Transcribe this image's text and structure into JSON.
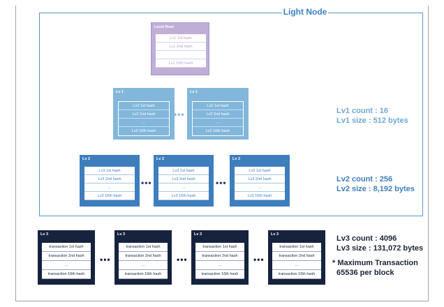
{
  "light_node": {
    "title": "Light Node"
  },
  "level_root": {
    "title": "Level Root",
    "rows": [
      "Lv1 1st hash",
      "Lv1 2nd hash",
      "",
      "Lv1 16th hash"
    ]
  },
  "lv1_boxes": {
    "title": "Lv 1",
    "rows": [
      "Lv2 1st hash",
      "Lv2 2nd hash",
      "...",
      "Lv2 16th hash"
    ]
  },
  "lv2_boxes": {
    "title": "Lv 2",
    "rows": [
      "Lv3 1st hash",
      "Lv3 2nd hash",
      "...",
      "Lv3 16th hash"
    ]
  },
  "lv3_boxes": {
    "title": "Lv 3",
    "rows": [
      "transaction 1st hash",
      "transaction 2nd hash",
      "...",
      "transaction 16th hash"
    ]
  },
  "ellipsis": "•••",
  "stats": {
    "lv1_count": "Lv1 count : 16",
    "lv1_size": "Lv1 size : 512 bytes",
    "lv2_count": "Lv2 count : 256",
    "lv2_size": "Lv2 size : 8,192 bytes",
    "lv3_count": "Lv3 count : 4096",
    "lv3_size": "Lv3 size : 131,072 bytes",
    "max_tx_line1": "* Maximum Transaction",
    "max_tx_line2": "65536 per block"
  },
  "colors": {
    "root": "#bfaed6",
    "lv1": "#82b7db",
    "lv2": "#3e7ebd",
    "lv3": "#15233f",
    "frame": "#5b94c6"
  }
}
